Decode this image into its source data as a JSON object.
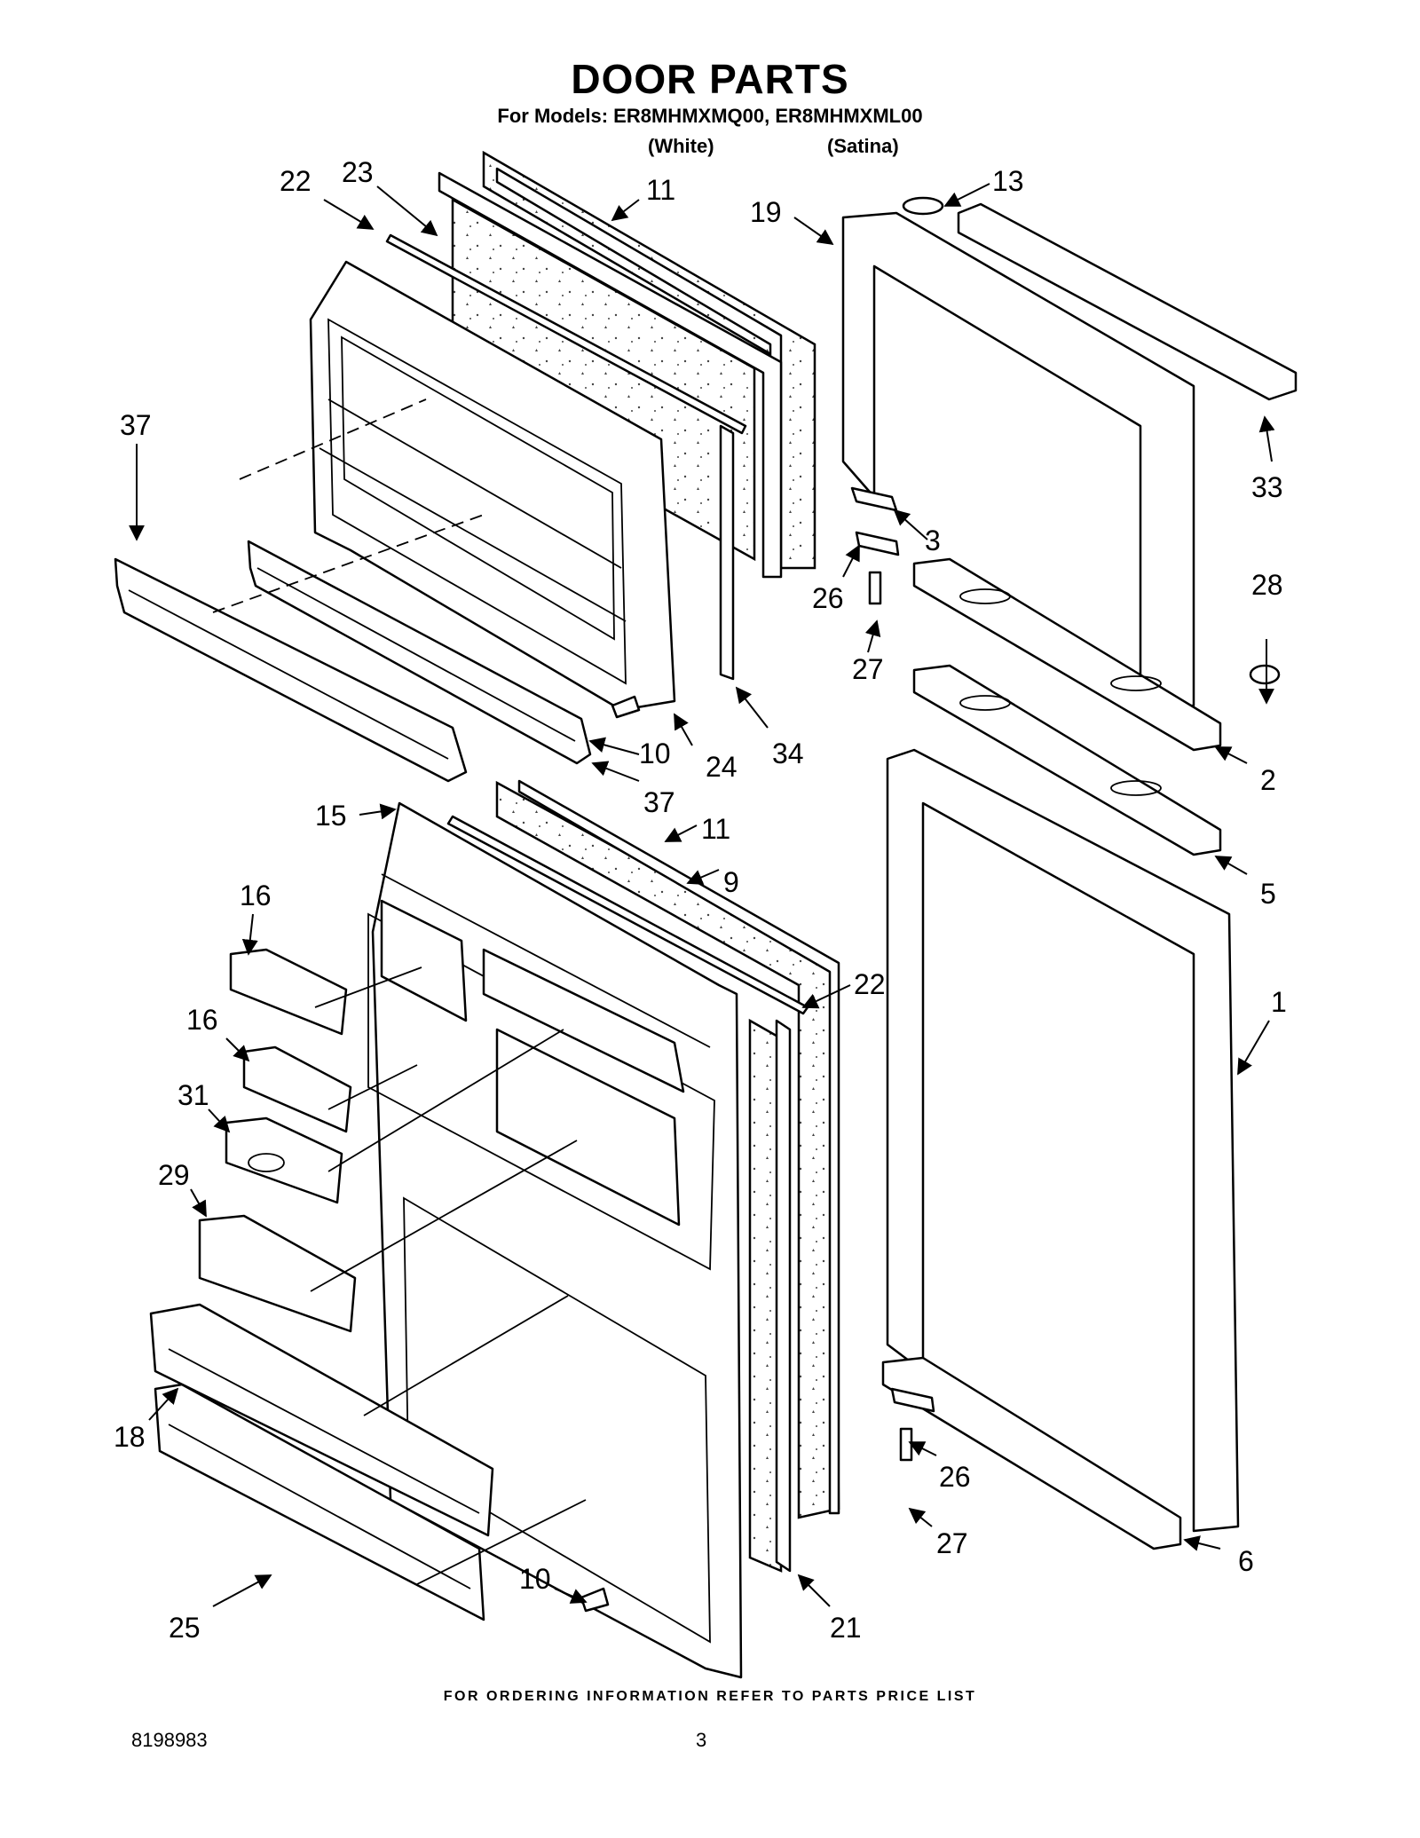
{
  "header": {
    "title": "DOOR PARTS",
    "models_line": "For Models: ER8MHMXMQ00, ER8MHMXML00",
    "variant_1": "(White)",
    "variant_2": "(Satina)"
  },
  "callouts": {
    "c1": "1",
    "c2": "2",
    "c3": "3",
    "c5": "5",
    "c6": "6",
    "c9": "9",
    "c10a": "10",
    "c10b": "10",
    "c11a": "11",
    "c11b": "11",
    "c13": "13",
    "c15": "15",
    "c16a": "16",
    "c16b": "16",
    "c18": "18",
    "c19": "19",
    "c21": "21",
    "c22a": "22",
    "c22b": "22",
    "c23": "23",
    "c24": "24",
    "c25": "25",
    "c26a": "26",
    "c26b": "26",
    "c27a": "27",
    "c27b": "27",
    "c28": "28",
    "c29": "29",
    "c31": "31",
    "c33": "33",
    "c34": "34",
    "c37a": "37",
    "c37b": "37"
  },
  "footer": {
    "ordering_note": "FOR ORDERING INFORMATION REFER TO PARTS PRICE LIST",
    "document_number": "8198983",
    "page_number": "3"
  }
}
